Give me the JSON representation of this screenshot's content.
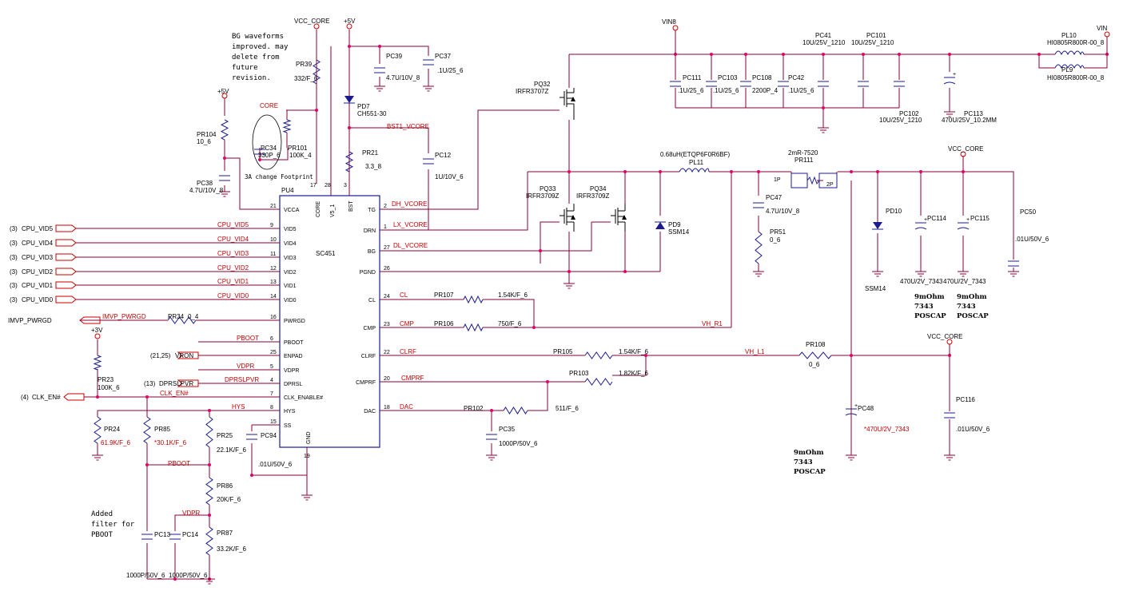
{
  "pins": [
    {
      "label": "VCC_CORE",
      "id": "vcc-core-top"
    },
    {
      "label": "+5V",
      "id": "plus5v-top"
    },
    {
      "label": "VIN8",
      "id": "vin8"
    },
    {
      "label": "VIN",
      "id": "vin"
    },
    {
      "label": "+5V",
      "id": "plus5v-left"
    },
    {
      "label": "VCC_CORE",
      "id": "vcc-core-right"
    },
    {
      "label": "VCC_CORE",
      "id": "vcc-core-lower"
    },
    {
      "label": "+3V",
      "id": "plus3v"
    }
  ],
  "ic": {
    "ref": "PU4",
    "name": "SC451",
    "left_pins": [
      {
        "num": "21",
        "name": "VCCA"
      },
      {
        "num": "9",
        "name": "VID5"
      },
      {
        "num": "10",
        "name": "VID4"
      },
      {
        "num": "11",
        "name": "VID3"
      },
      {
        "num": "12",
        "name": "VID2"
      },
      {
        "num": "13",
        "name": "VID1"
      },
      {
        "num": "14",
        "name": "VID0"
      },
      {
        "num": "16",
        "name": "PWRGD"
      },
      {
        "num": "6",
        "name": "PBOOT"
      },
      {
        "num": "25",
        "name": "ENPAD"
      },
      {
        "num": "5",
        "name": "VDPR"
      },
      {
        "num": "4",
        "name": "DPRSL"
      },
      {
        "num": "7",
        "name": "CLK_ENABLE#"
      },
      {
        "num": "8",
        "name": "HYS"
      },
      {
        "num": "15",
        "name": "SS"
      }
    ],
    "right_pins": [
      {
        "num": "2",
        "name": "TG"
      },
      {
        "num": "1",
        "name": "DRN"
      },
      {
        "num": "27",
        "name": "BG"
      },
      {
        "num": "26",
        "name": "PGND"
      },
      {
        "num": "24",
        "name": "CL"
      },
      {
        "num": "23",
        "name": "CMP"
      },
      {
        "num": "22",
        "name": "CLRF"
      },
      {
        "num": "20",
        "name": "CMPRF"
      },
      {
        "num": "18",
        "name": "DAC"
      }
    ],
    "top_pins": [
      {
        "num": "17",
        "name": "CORE"
      },
      {
        "num": "28",
        "name": "V5_1"
      },
      {
        "num": "3",
        "name": "BST"
      }
    ],
    "bottom_pins": [
      {
        "num": "19",
        "name": "GND"
      }
    ]
  },
  "ports": [
    {
      "page": "(3)",
      "name": "CPU_VID5"
    },
    {
      "page": "(3)",
      "name": "CPU_VID4"
    },
    {
      "page": "(3)",
      "name": "CPU_VID3"
    },
    {
      "page": "(3)",
      "name": "CPU_VID2"
    },
    {
      "page": "(3)",
      "name": "CPU_VID1"
    },
    {
      "page": "(3)",
      "name": "CPU_VID0"
    },
    {
      "page": "",
      "name": "IMVP_PWRGD"
    },
    {
      "page": "(21,25)",
      "name": "VRON"
    },
    {
      "page": "(13)",
      "name": "DPRSLPVR"
    },
    {
      "page": "(4)",
      "name": "CLK_EN#"
    }
  ],
  "nets": [
    "CPU_VID5",
    "CPU_VID4",
    "CPU_VID3",
    "CPU_VID2",
    "CPU_VID1",
    "CPU_VID0",
    "IMVP_PWRGD",
    "PBOOT",
    "VDPR",
    "DPRSLPVR",
    "CLK_EN#",
    "HYS",
    "DH_VCORE",
    "LX_VCORE",
    "DL_VCORE",
    "CL",
    "CMP",
    "CLRF",
    "CMPRF",
    "DAC",
    "BST1_VCORE",
    "CORE",
    "PBOOT",
    "VDPR",
    "VH_R1",
    "VH_L1"
  ],
  "components": [
    {
      "ref": "PR39",
      "value": "332/F_6"
    },
    {
      "ref": "PC39",
      "value": "4.7U/10V_8"
    },
    {
      "ref": "PC37",
      "value": ".1U/25_6"
    },
    {
      "ref": "PD7",
      "value": "CH551-30"
    },
    {
      "ref": "PR21",
      "value": "3.3_8"
    },
    {
      "ref": "PC12",
      "value": "1U/10V_6"
    },
    {
      "ref": "PR104",
      "value": "10_6"
    },
    {
      "ref": "PC38",
      "value": "4.7U/10V_8"
    },
    {
      "ref": "PC34",
      "value": "330P_6"
    },
    {
      "ref": "PR101",
      "value": "100K_4"
    },
    {
      "ref": "PQ32",
      "value": "IRFR3707Z"
    },
    {
      "ref": "PQ33",
      "value": "IRFR3709Z"
    },
    {
      "ref": "PQ34",
      "value": "IRFR3709Z"
    },
    {
      "ref": "PD9",
      "value": "SSM14"
    },
    {
      "ref": "PL11",
      "value": "0.68uH(ETQP6F0R6BF)"
    },
    {
      "ref": "PR111",
      "value": "2mR-7520"
    },
    {
      "ref": "PC47",
      "value": "4.7U/10V_8"
    },
    {
      "ref": "PR51",
      "value": "0_6"
    },
    {
      "ref": "PC111",
      "value": ".1U/25_6"
    },
    {
      "ref": "PC103",
      "value": ".1U/25_6"
    },
    {
      "ref": "PC108",
      "value": "2200P_4"
    },
    {
      "ref": "PC42",
      "value": ".1U/25_6"
    },
    {
      "ref": "PC41",
      "value": "10U/25V_1210"
    },
    {
      "ref": "PC101",
      "value": "10U/25V_1210"
    },
    {
      "ref": "PC102",
      "value": "10U/25V_1210"
    },
    {
      "ref": "PC113",
      "value": "470U/25V_10.2MM"
    },
    {
      "ref": "PL10",
      "value": "HI0805R800R-00_8"
    },
    {
      "ref": "PL9",
      "value": "HI0805R800R-00_8"
    },
    {
      "ref": "PD10",
      "value": "SSM14"
    },
    {
      "ref": "PC114",
      "value": "470U/2V_7343"
    },
    {
      "ref": "PC115",
      "value": "470U/2V_7343"
    },
    {
      "ref": "PC50",
      "value": ".01U/50V_6"
    },
    {
      "ref": "PR107",
      "value": "1.54K/F_6"
    },
    {
      "ref": "PR106",
      "value": "750/F_6"
    },
    {
      "ref": "PR105",
      "value": "1.54K/F_6"
    },
    {
      "ref": "PR108",
      "value": "0_6"
    },
    {
      "ref": "PR103",
      "value": "1.82K/F_6"
    },
    {
      "ref": "PR102",
      "value": "511/F_6"
    },
    {
      "ref": "PC35",
      "value": "1000P/50V_6"
    },
    {
      "ref": "PC48",
      "value": "*470U/2V_7343"
    },
    {
      "ref": "PC116",
      "value": ".01U/50V_6"
    },
    {
      "ref": "PR34",
      "value": "0_4"
    },
    {
      "ref": "PR23",
      "value": "100K_6"
    },
    {
      "ref": "PR24",
      "value": "61.9K/F_6"
    },
    {
      "ref": "PR85",
      "value": "*30.1K/F_6"
    },
    {
      "ref": "PR25",
      "value": "22.1K/F_6"
    },
    {
      "ref": "PC94",
      "value": ".01U/50V_6"
    },
    {
      "ref": "PR86",
      "value": "20K/F_6"
    },
    {
      "ref": "PR87",
      "value": "33.2K/F_6"
    },
    {
      "ref": "PC13",
      "value": "1000P/50V_6"
    },
    {
      "ref": "PC14",
      "value": "1000P/50V_6"
    }
  ],
  "notes": {
    "bg_note": [
      "BG waveforms",
      "improved. may",
      "delete from",
      "future",
      "revision."
    ],
    "footprint_note": "3A change Footprint",
    "pboot_note": [
      "Added",
      "filter for",
      "PBOOT"
    ],
    "poscap_a": [
      "9mOhm",
      "7343",
      "POSCAP"
    ],
    "poscap_b": [
      "9mOhm",
      "7343",
      "POSCAP"
    ],
    "poscap_c": [
      "9mOhm",
      "7343",
      "POSCAP"
    ]
  },
  "pad_labels": {
    "p1": "1P",
    "p2": "2P"
  },
  "colors": {
    "wire": "#8a0036",
    "net_label": "#c00000",
    "junction": "#e0006a",
    "power_pin": "#cc0000"
  }
}
